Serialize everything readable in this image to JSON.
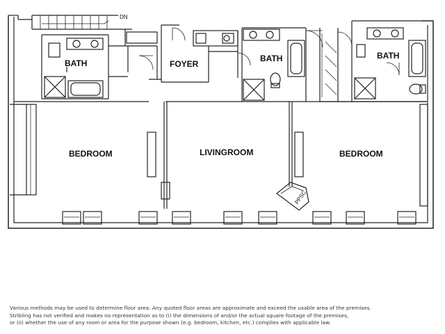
{
  "rooms": {
    "bath_left": "BATH",
    "foyer": "FOYER",
    "bath_center": "BATH",
    "bath_right": "BATH",
    "bedroom_left": "BEDROOM",
    "livingroom": "LIVINGROOM",
    "bedroom_right": "BEDROOM"
  },
  "labels": {
    "stair": "DN",
    "pipe_chase": "PPSC"
  },
  "disclaimer": {
    "line1": "Various methods may be used to determine floor area.  Any quoted floor areas are approximate and exceed the usable area of the premises.",
    "line2": "Stribling has not verified and makes no representation as to (i) the dimensions of and/or the actual square footage of the premises,",
    "line3": "or (ii) whether the use of any room or area for the purpose shown (e.g. bedroom, kitchen, etc.) complies with applicable law."
  }
}
